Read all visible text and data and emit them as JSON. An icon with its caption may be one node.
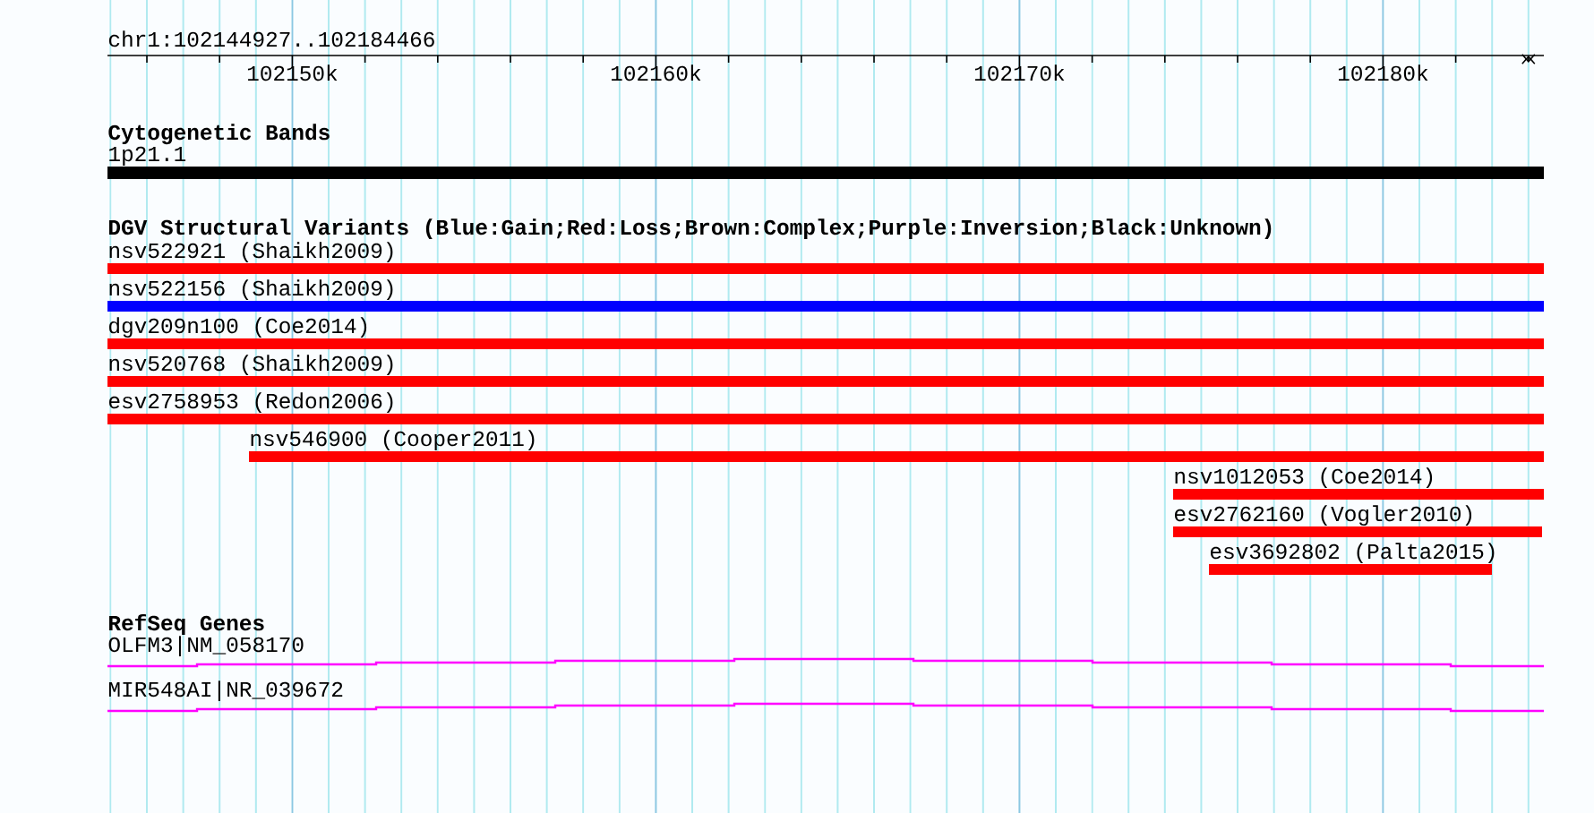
{
  "diagram": {
    "nodes": [
      {
        "text": [
          "1p21.1"
        ]
      },
      {
        "text": [
          "nsv522921 (Shaikh2009)"
        ]
      },
      {
        "text": [
          "nsv522156 (Shaikh2009)"
        ]
      },
      {
        "text": [
          "dgv209n100 (Coe2014)"
        ]
      },
      {
        "text": [
          "nsv520768 (Shaikh2009)"
        ]
      },
      {
        "text": [
          "esv2758953 (Redon2006)"
        ]
      },
      {
        "text": [
          "nsv546900 (Cooper2011)"
        ]
      },
      {
        "text": [
          "nsv1012053 (Coe2014)"
        ]
      },
      {
        "text": [
          "esv2762160 (Vogler2010)"
        ]
      },
      {
        "text": [
          "esv3692802 (Palta2015)"
        ]
      },
      {
        "text": [
          "OLFM3|NM_058170"
        ]
      },
      {
        "text": [
          "MIR548AI|NR_039672"
        ]
      }
    ],
    "labels": [
      "chr1:102144927..102184466",
      "102150k",
      "102160k",
      "102170k",
      "102180k",
      "Cytogenetic Bands",
      "DGV Structural Variants (Blue:Gain;Red:Loss;Brown:Complex;Purple:Inversion;Black:Unknown)",
      "RefSeq Genes"
    ]
  }
}
